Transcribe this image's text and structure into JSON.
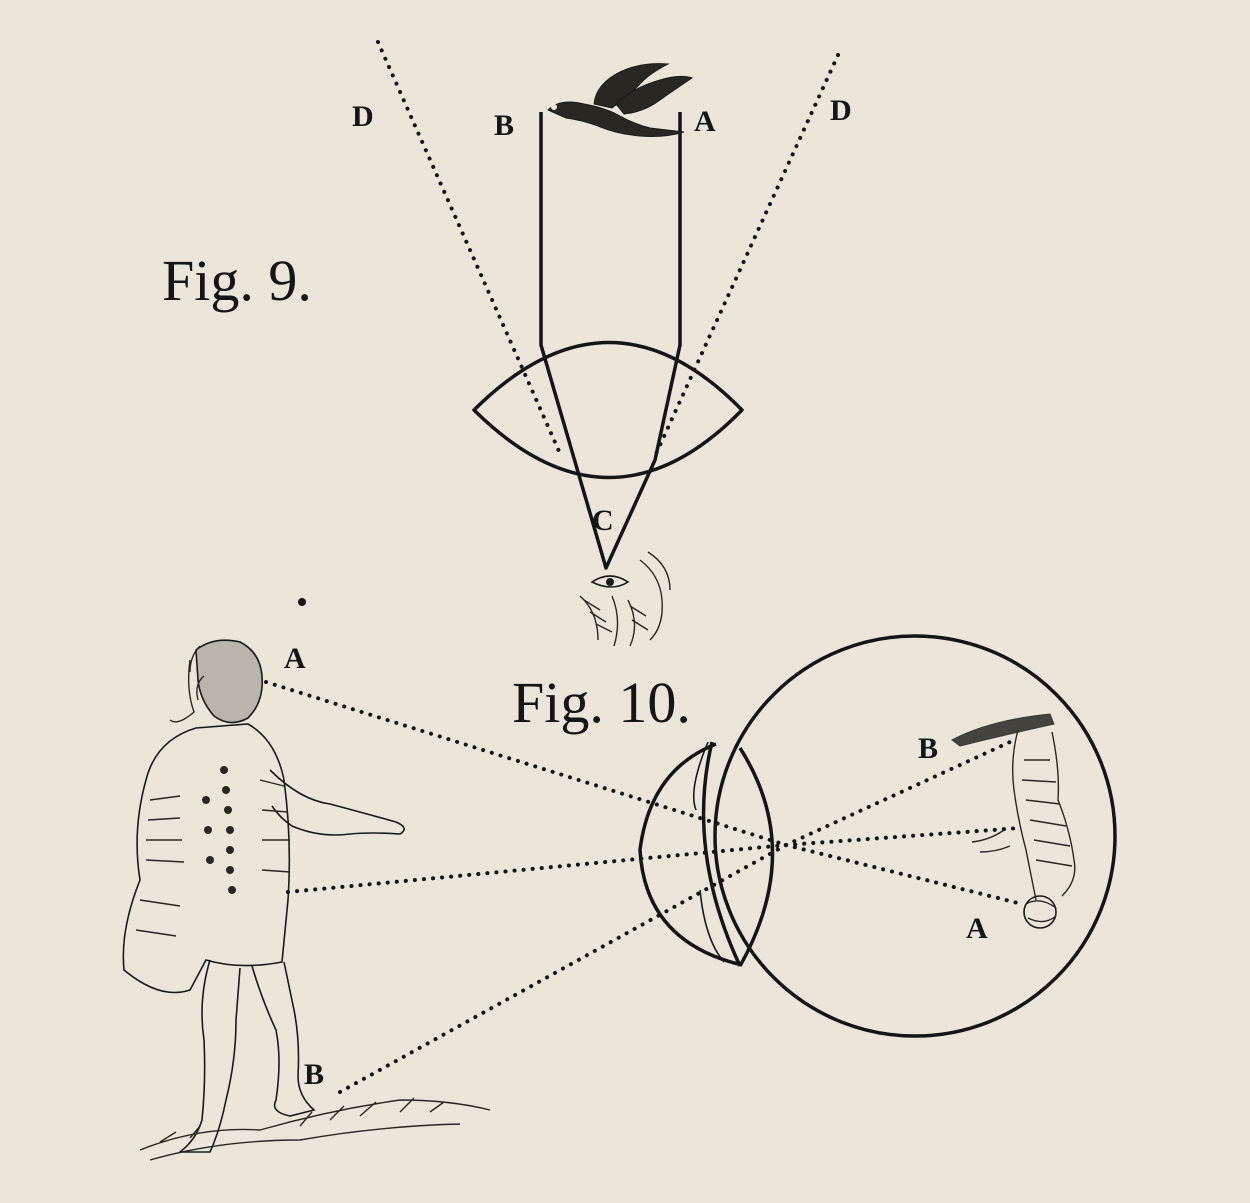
{
  "figure9": {
    "caption": "Fig. 9.",
    "labels": {
      "d_left": "D",
      "b": "B",
      "a": "A",
      "d_right": "D",
      "c": "C"
    }
  },
  "figure10": {
    "caption": "Fig. 10.",
    "labels": {
      "a_object": "A",
      "b_object": "B",
      "b_image": "B",
      "a_image": "A"
    }
  },
  "colors": {
    "paper": "#ece6da",
    "ink": "#151515"
  }
}
